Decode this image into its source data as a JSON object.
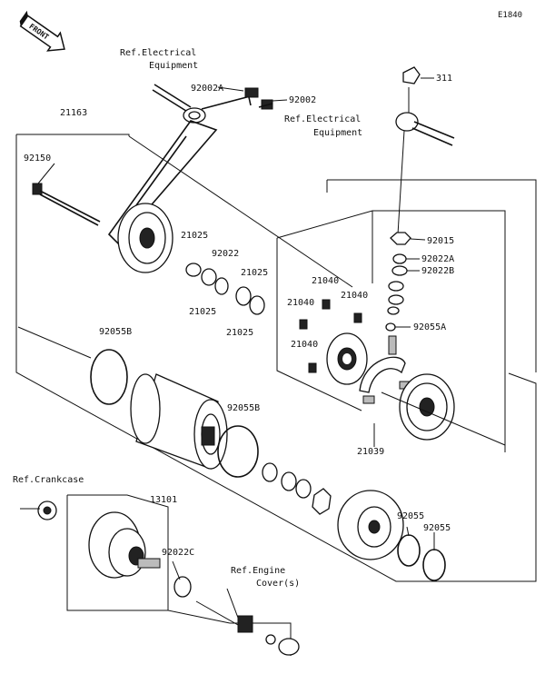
{
  "diagram_code": "E1840",
  "front_label": "FRONT",
  "refs": {
    "elec_left_1": "Ref.Electrical",
    "elec_left_2": "Equipment",
    "elec_right_1": "Ref.Electrical",
    "elec_right_2": "Equipment",
    "crankcase": "Ref.Crankcase",
    "engine_cover_1": "Ref.Engine",
    "engine_cover_2": "Cover(s)"
  },
  "parts": {
    "p92002A": "92002A",
    "p92002": "92002",
    "p311": "311",
    "p21163": "21163",
    "p92150": "92150",
    "p21025_a": "21025",
    "p92022": "92022",
    "p21025_b": "21025",
    "p21025_c": "21025",
    "p21025_d": "21025",
    "p92015": "92015",
    "p92022A": "92022A",
    "p92022B": "92022B",
    "p21040_a": "21040",
    "p21040_b": "21040",
    "p21040_c": "21040",
    "p21040_d": "21040",
    "p92055A": "92055A",
    "p92055B_a": "92055B",
    "p92055B_b": "92055B",
    "p21039": "21039",
    "p13101": "13101",
    "p92022C": "92022C",
    "p92055_a": "92055",
    "p92055_b": "92055"
  }
}
